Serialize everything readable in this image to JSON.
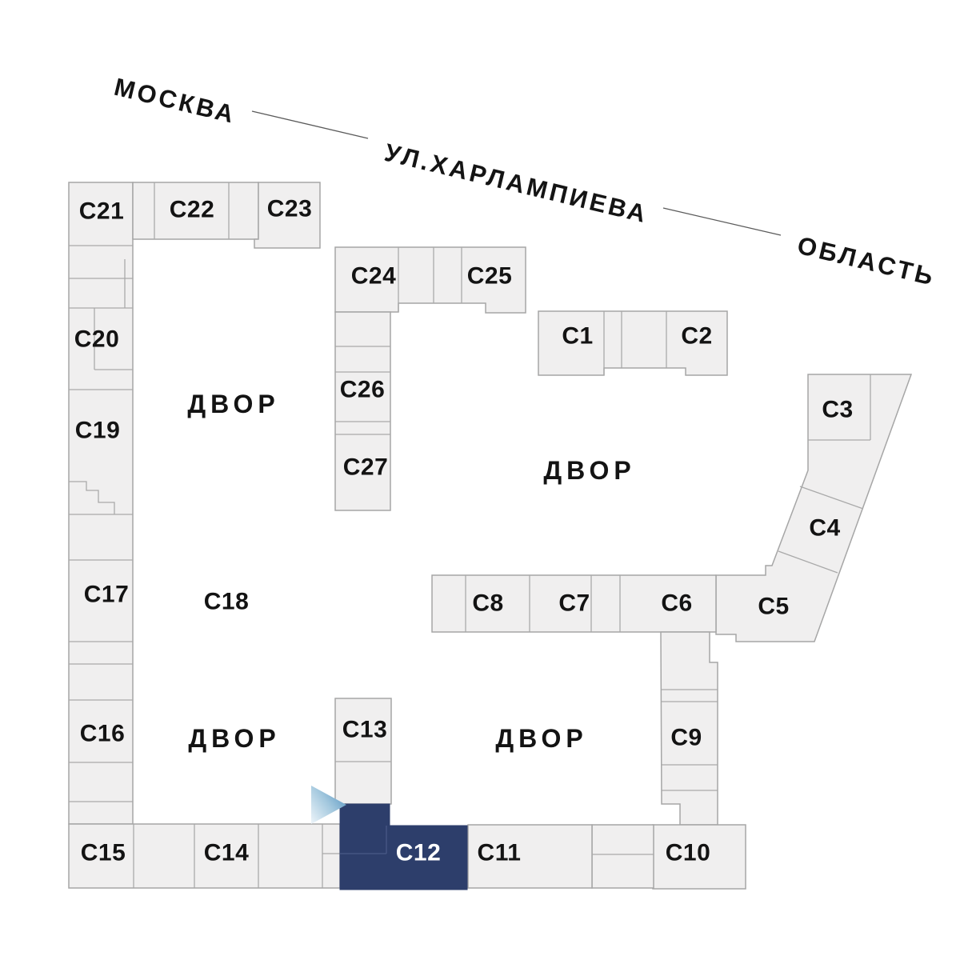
{
  "street": {
    "city": "МОСКВА",
    "name": "УЛ.ХАРЛАМПИЕВА",
    "region": "ОБЛАСТЬ"
  },
  "courtyards": [
    "ДВОР",
    "ДВОР",
    "ДВОР",
    "ДВОР"
  ],
  "buildings": {
    "c1": {
      "label": "С1"
    },
    "c2": {
      "label": "С2"
    },
    "c3": {
      "label": "С3"
    },
    "c4": {
      "label": "С4"
    },
    "c5": {
      "label": "С5"
    },
    "c6": {
      "label": "С6"
    },
    "c7": {
      "label": "С7"
    },
    "c8": {
      "label": "С8"
    },
    "c9": {
      "label": "С9"
    },
    "c10": {
      "label": "С10"
    },
    "c11": {
      "label": "С11"
    },
    "c12": {
      "label": "С12"
    },
    "c13": {
      "label": "С13"
    },
    "c14": {
      "label": "С14"
    },
    "c15": {
      "label": "С15"
    },
    "c16": {
      "label": "С16"
    },
    "c17": {
      "label": "С17"
    },
    "c18": {
      "label": "С18"
    },
    "c19": {
      "label": "С19"
    },
    "c20": {
      "label": "С20"
    },
    "c21": {
      "label": "С21"
    },
    "c22": {
      "label": "С22"
    },
    "c23": {
      "label": "С23"
    },
    "c24": {
      "label": "С24"
    },
    "c25": {
      "label": "С25"
    },
    "c26": {
      "label": "С26"
    },
    "c27": {
      "label": "С27"
    }
  },
  "selected_building": "С12",
  "selection_marker": "triangle-arrow",
  "colors": {
    "building_fill": "#f0efef",
    "building_stroke": "#a6a6a6",
    "selected_fill": "#2d3e6b",
    "selected_text": "#ffffff",
    "label_text": "#131313",
    "arrow_gradient_light": "#ecf4fa",
    "arrow_gradient_dark": "#5896c1"
  }
}
